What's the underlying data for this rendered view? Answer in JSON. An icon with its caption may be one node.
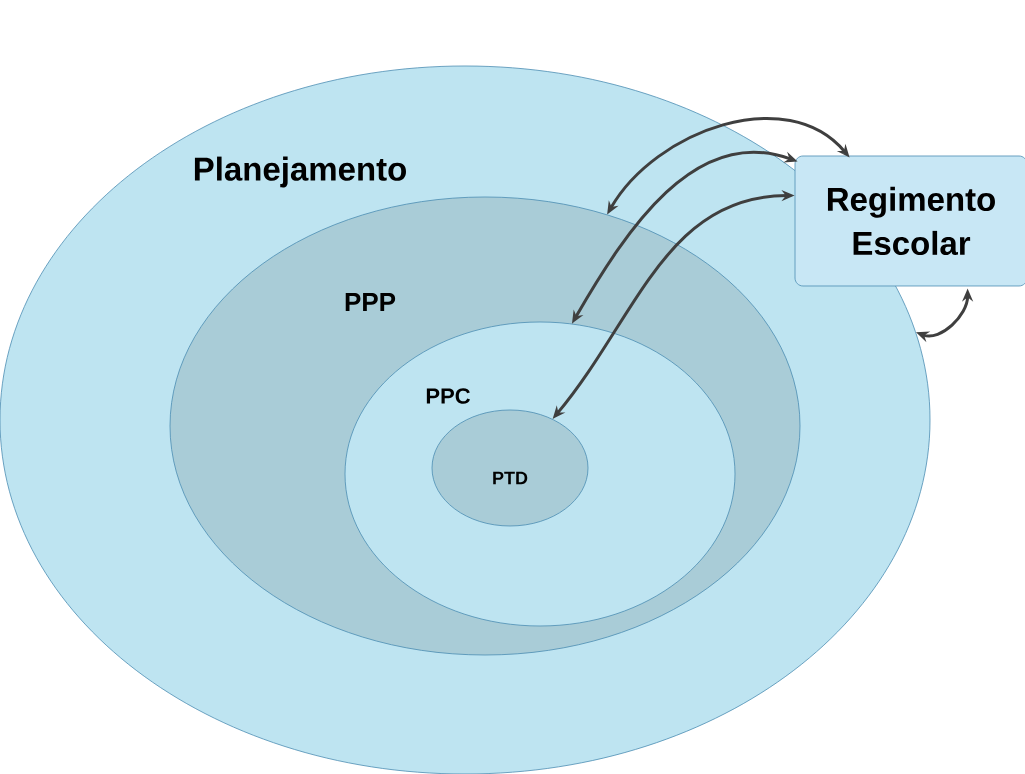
{
  "diagram": {
    "nodes": [
      {
        "text": [
          "Planejamento"
        ]
      },
      {
        "text": [
          "PPP"
        ],
        "in": 0
      },
      {
        "text": [
          "PPC"
        ],
        "in": 1
      },
      {
        "text": [
          "PTD"
        ],
        "in": 2
      },
      {
        "text": [
          "Regimento Escolar"
        ]
      }
    ],
    "edges": [
      {
        "from": 4,
        "to": 0,
        "arrow": "both"
      },
      {
        "from": 4,
        "to": 1,
        "arrow": "both"
      },
      {
        "from": 4,
        "to": 2,
        "arrow": "both"
      },
      {
        "from": 4,
        "to": 3,
        "arrow": "both"
      }
    ]
  }
}
